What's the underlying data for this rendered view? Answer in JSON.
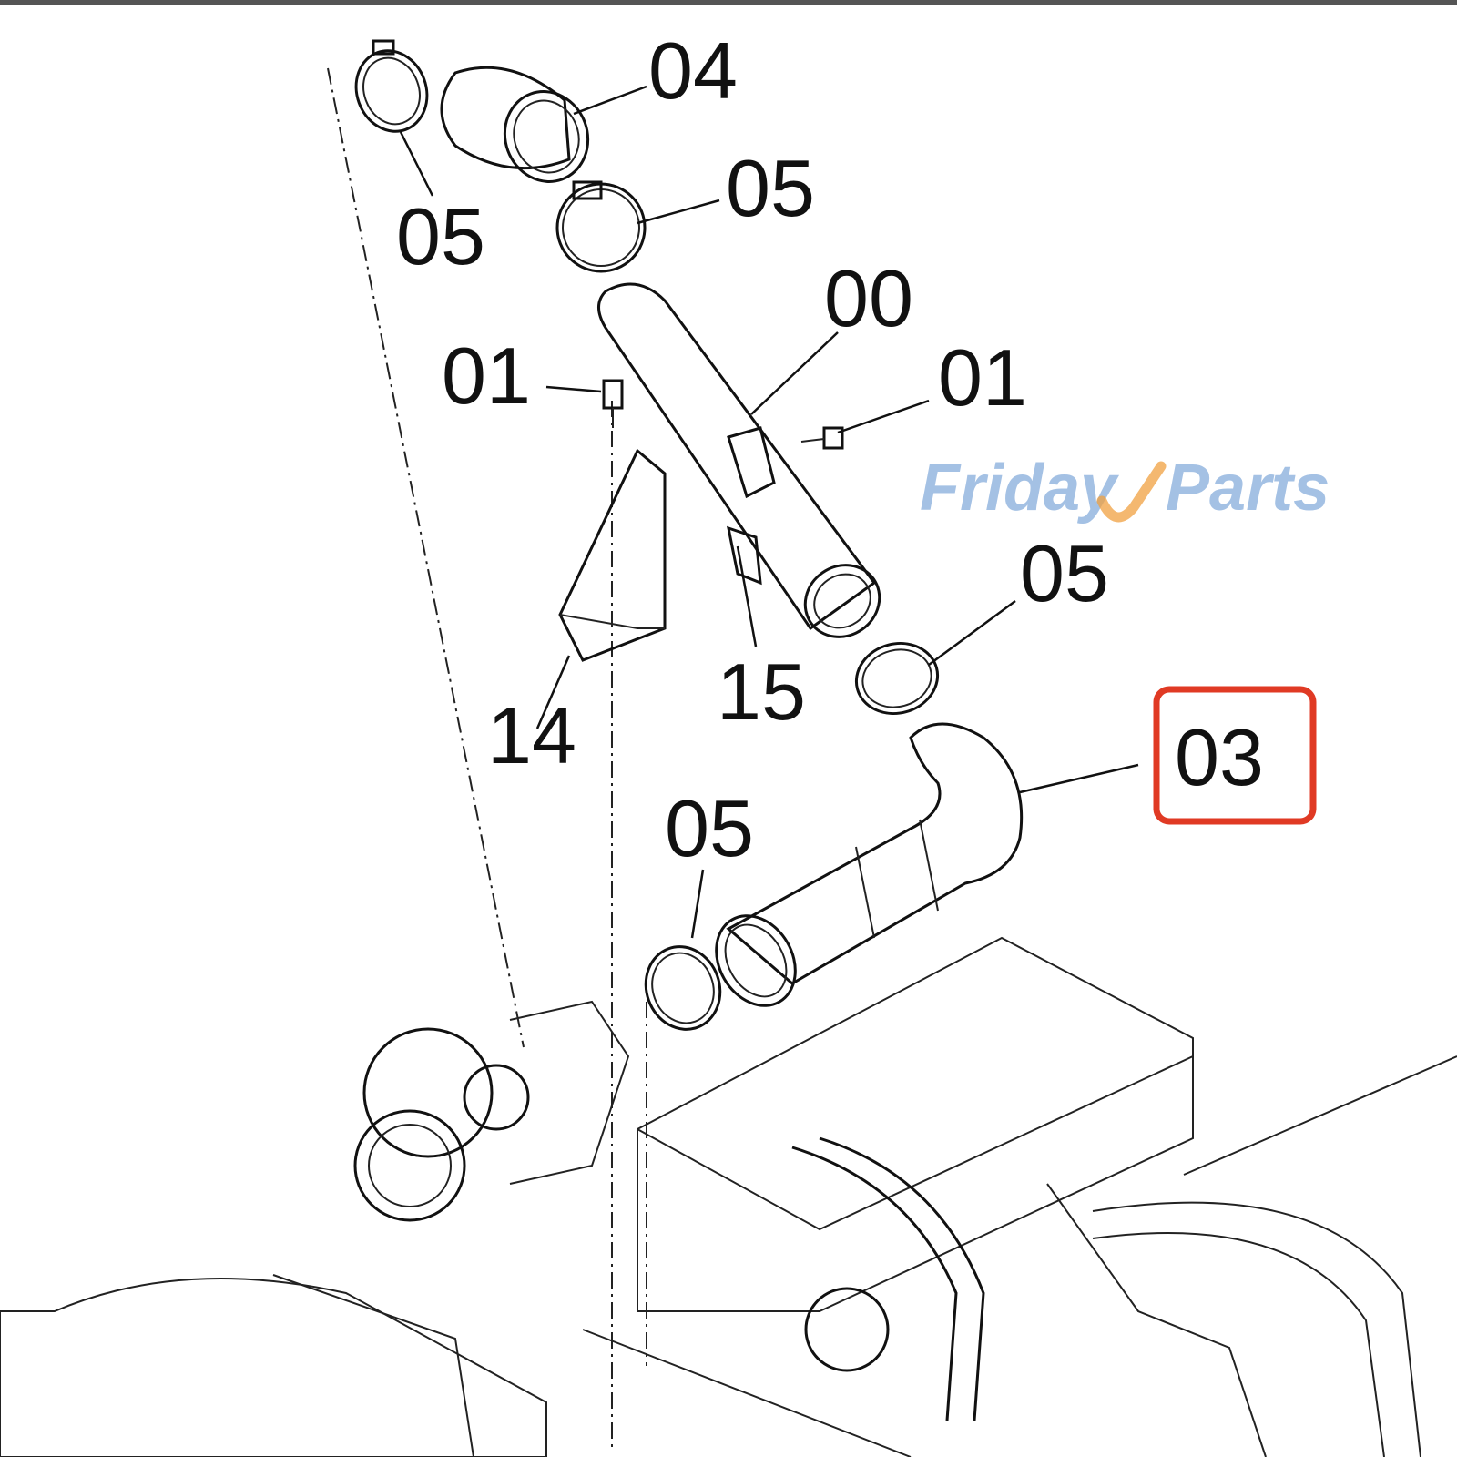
{
  "diagram": {
    "callouts": [
      {
        "id": "c04",
        "text": "04"
      },
      {
        "id": "c05a",
        "text": "05"
      },
      {
        "id": "c05b",
        "text": "05"
      },
      {
        "id": "c00",
        "text": "00"
      },
      {
        "id": "c01a",
        "text": "01"
      },
      {
        "id": "c01b",
        "text": "01"
      },
      {
        "id": "c05c",
        "text": "05"
      },
      {
        "id": "c15",
        "text": "15"
      },
      {
        "id": "c14",
        "text": "14"
      },
      {
        "id": "c03",
        "text": "03",
        "highlighted": true
      },
      {
        "id": "c05d",
        "text": "05"
      }
    ],
    "highlight_color": "#e03a24",
    "watermark": {
      "text_left": "Friday",
      "text_right": "Parts",
      "color": "#5b8fcf",
      "accent": "#f0a040"
    }
  }
}
